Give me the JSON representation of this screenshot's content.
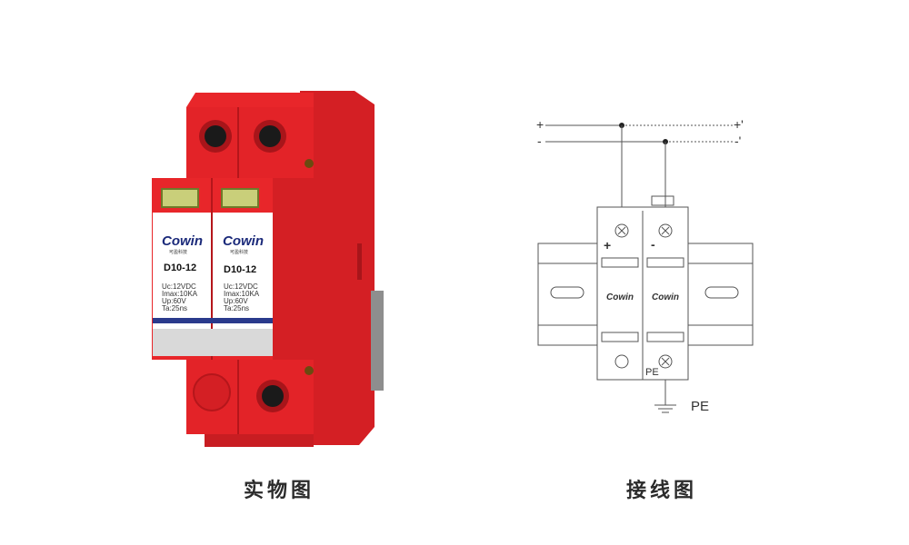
{
  "product": {
    "poles": [
      {
        "brand": "Cowin",
        "brand_cn": "可盈科技",
        "model": "D10-12",
        "specs": [
          "Uc:12VDC",
          "Imax:10KA",
          "Up:60V",
          "Ta:25ns"
        ]
      },
      {
        "brand": "Cowin",
        "brand_cn": "可盈科技",
        "model": "D10-12",
        "specs": [
          "Uc:12VDC",
          "Imax:10KA",
          "Up:60V",
          "Ta:25ns"
        ]
      }
    ],
    "caption": "实物图"
  },
  "wiring": {
    "line_plus": "+",
    "line_minus": "-",
    "line_plus_out": "+'",
    "line_minus_out": "-'",
    "pole_plus": "+",
    "pole_minus": "-",
    "pe_inner": "PE",
    "pe_outer": "PE",
    "module_brand": "Cowin",
    "caption": "接线图"
  },
  "colors": {
    "body_red": "#e8262a",
    "dark_red": "#b5161b",
    "window_green": "#c9cf7a",
    "stripe_blue": "#2a3a8c",
    "line_gray": "#555555"
  }
}
